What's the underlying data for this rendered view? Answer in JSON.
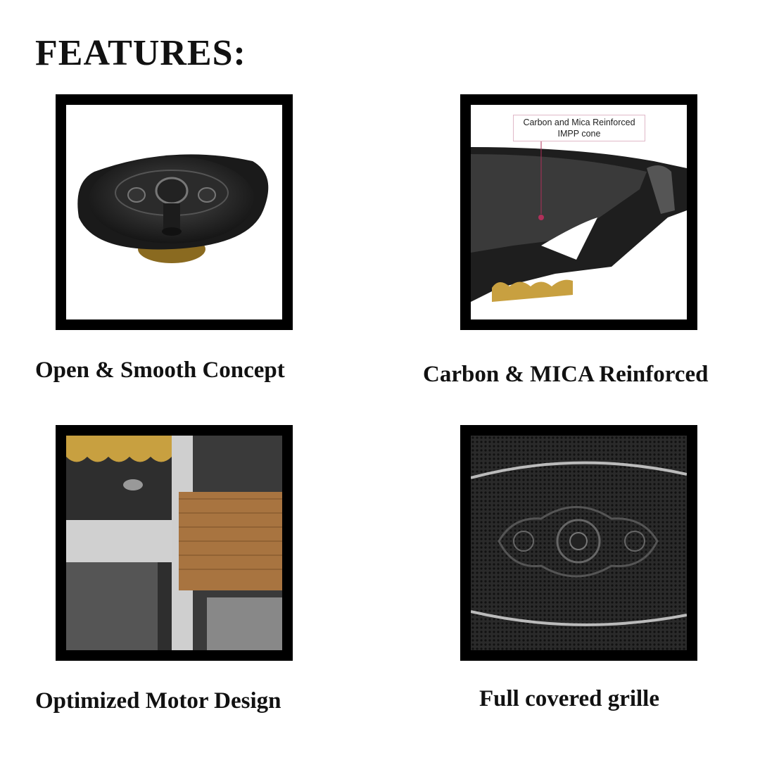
{
  "page": {
    "title": "FEATURES:"
  },
  "features": [
    {
      "caption": "Open & Smooth Concept",
      "image": "speaker-icon"
    },
    {
      "caption": "Carbon & MICA Reinforced",
      "image": "cone-cutaway-icon",
      "callout_line1": "Carbon and Mica Reinforced",
      "callout_line2": "IMPP cone"
    },
    {
      "caption": "Optimized Motor Design",
      "image": "motor-cutaway-icon"
    },
    {
      "caption": "Full covered grille",
      "image": "grille-icon"
    }
  ],
  "colors": {
    "frame": "#000000",
    "background": "#ffffff",
    "accent": "#c8a040",
    "callout": "#b0305a"
  }
}
